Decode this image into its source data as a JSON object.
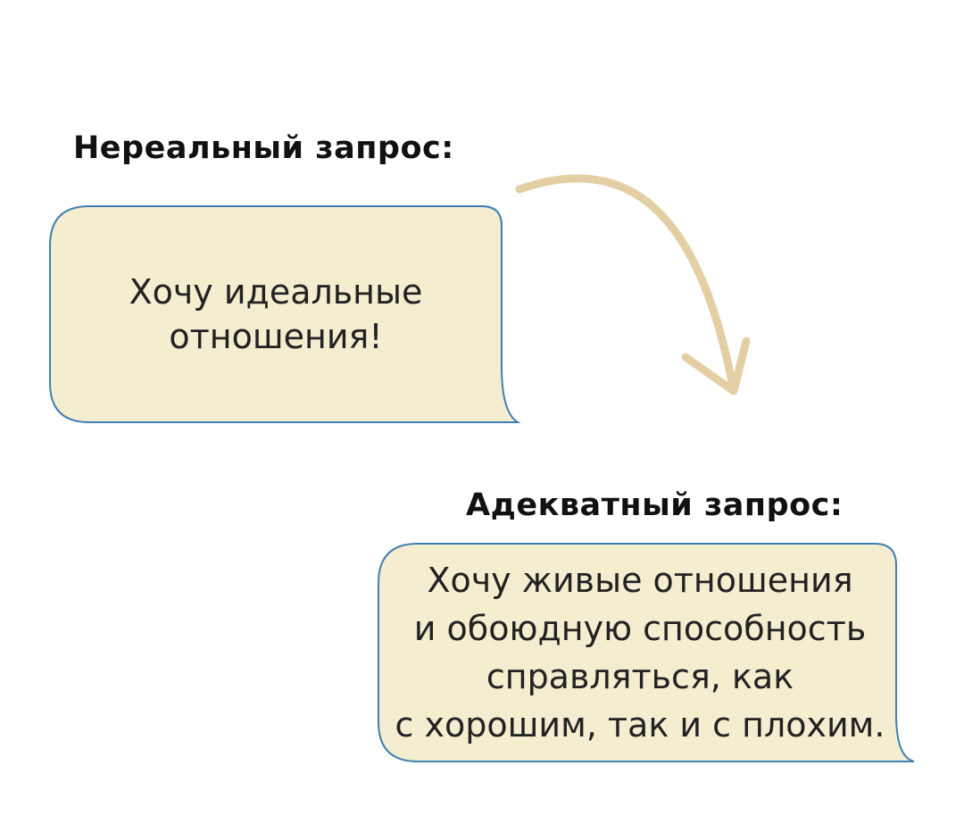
{
  "unreal_request": {
    "heading": "Нереальный запрос:",
    "lines": [
      "Хочу идеальные",
      "отношения!"
    ]
  },
  "adequate_request": {
    "heading": "Адекватный запрос:",
    "lines": [
      "Хочу живые отношения",
      "и обоюдную способность",
      "справляться, как",
      "с хорошим, так и с плохим."
    ]
  },
  "colors": {
    "bubble_fill": "#f4edd0",
    "bubble_border": "#3f7fb3",
    "arrow": "#e4cfa4",
    "heading_text": "#111111",
    "body_text": "#222222"
  },
  "icons": {
    "connector": "curved-arrow-down-right-icon"
  }
}
